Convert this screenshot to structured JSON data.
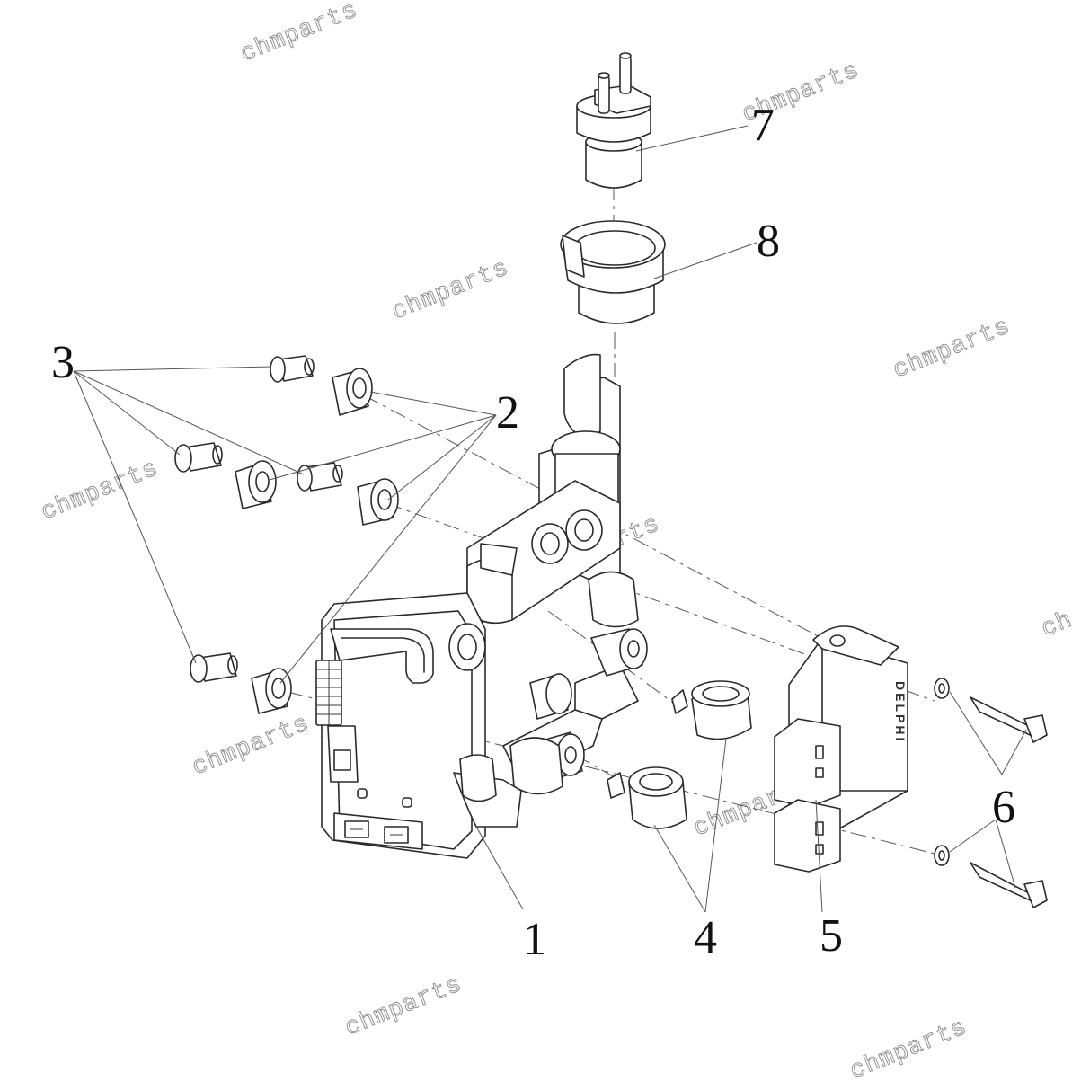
{
  "diagram": {
    "callouts": [
      {
        "id": "1",
        "label": "1"
      },
      {
        "id": "2",
        "label": "2"
      },
      {
        "id": "3",
        "label": "3"
      },
      {
        "id": "4",
        "label": "4"
      },
      {
        "id": "5",
        "label": "5"
      },
      {
        "id": "6",
        "label": "6"
      },
      {
        "id": "7",
        "label": "7"
      },
      {
        "id": "8",
        "label": "8"
      }
    ],
    "module_brand": "DELPHI",
    "watermark": "chmparts",
    "watermark_partial": "ch"
  }
}
